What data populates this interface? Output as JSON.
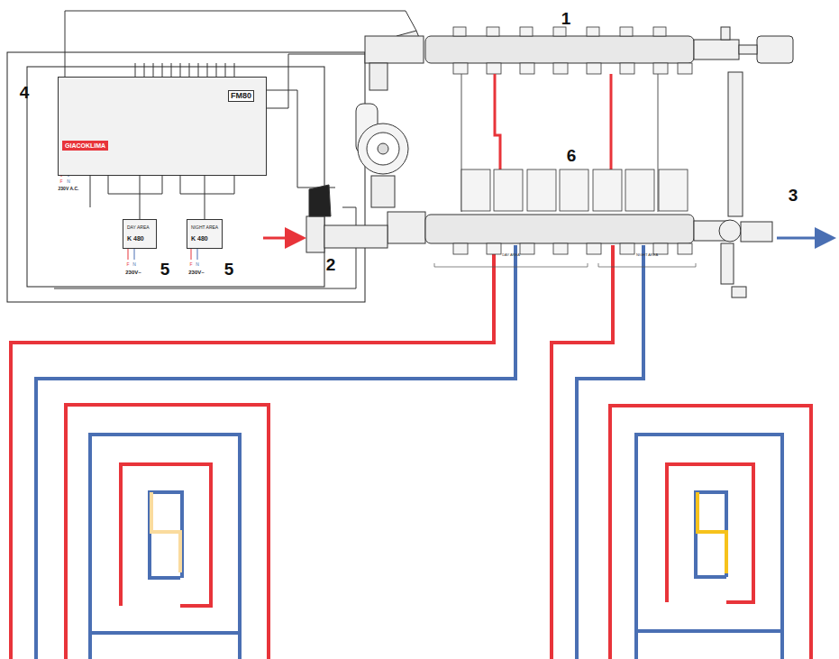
{
  "diagram": {
    "nodes": [
      {
        "text": [
          "FM80",
          "GIACOKLIMA"
        ]
      },
      {
        "text": [
          "DAY AREA",
          "K 480"
        ]
      },
      {
        "text": [
          "NIGHT AREA",
          "K 480"
        ]
      }
    ],
    "edges": [
      {
        "from": 1,
        "to": 0,
        "arrow": "none"
      },
      {
        "from": 2,
        "to": 0,
        "arrow": "none"
      }
    ],
    "labels": [
      "1",
      "2",
      "3",
      "4",
      "5",
      "5",
      "6",
      "F",
      "N",
      "230V A.C.",
      "F",
      "N",
      "230V~",
      "F",
      "N",
      "230V~",
      "DAY AREA",
      "NIGHT AREA"
    ]
  }
}
